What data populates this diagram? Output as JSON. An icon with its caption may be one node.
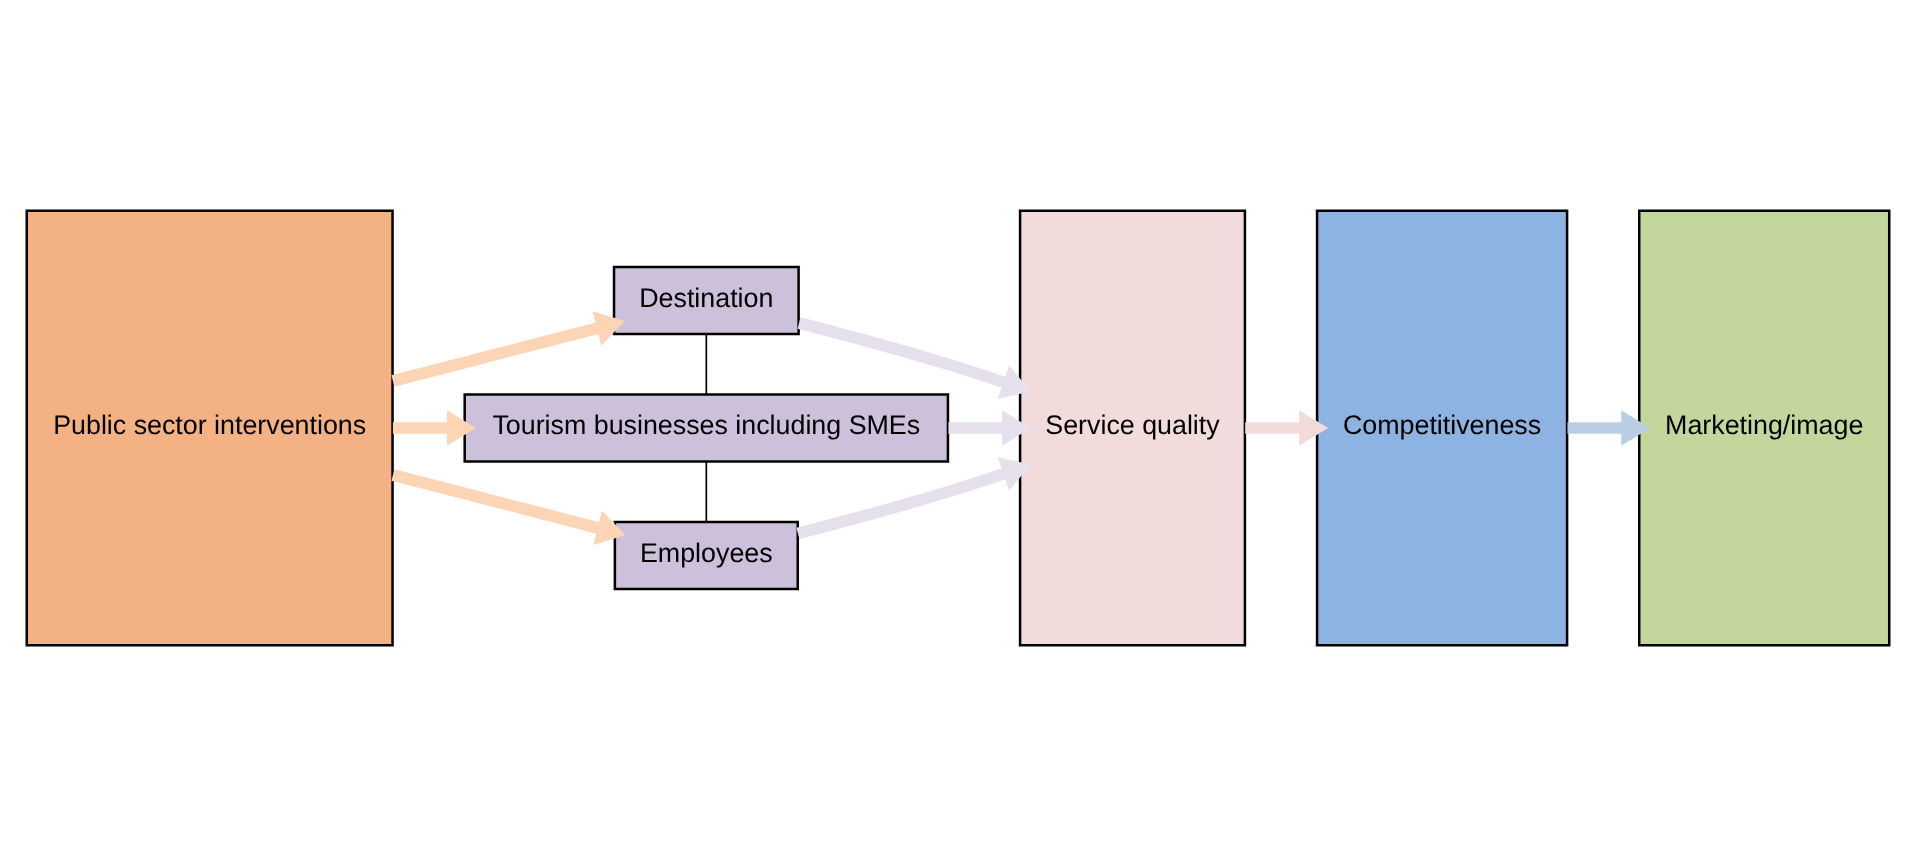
{
  "diagram": {
    "nodes": [
      {
        "text": [
          "Public sector interventions"
        ]
      },
      {
        "text": [
          "Destination"
        ]
      },
      {
        "text": [
          "Tourism businesses including SMEs"
        ]
      },
      {
        "text": [
          "Employees"
        ]
      },
      {
        "text": [
          "Service quality"
        ]
      },
      {
        "text": [
          "Competitiveness"
        ]
      },
      {
        "text": [
          "Marketing/image"
        ]
      }
    ],
    "edges": [
      {
        "from": 0,
        "to": 1,
        "arrow": "to",
        "color": "#fbd5b5"
      },
      {
        "from": 0,
        "to": 2,
        "arrow": "to",
        "color": "#fbd5b5"
      },
      {
        "from": 0,
        "to": 3,
        "arrow": "to",
        "color": "#fbd5b5"
      },
      {
        "from": 1,
        "to": 2,
        "arrow": "none",
        "color": "#000000"
      },
      {
        "from": 2,
        "to": 3,
        "arrow": "none",
        "color": "#000000"
      },
      {
        "from": 1,
        "to": 4,
        "arrow": "to",
        "color": "#e5e0ec"
      },
      {
        "from": 2,
        "to": 4,
        "arrow": "to",
        "color": "#e5e0ec"
      },
      {
        "from": 3,
        "to": 4,
        "arrow": "to",
        "color": "#e5e0ec"
      },
      {
        "from": 4,
        "to": 5,
        "arrow": "to",
        "color": "#f2dcdb"
      },
      {
        "from": 5,
        "to": 6,
        "arrow": "to",
        "color": "#b9cde5"
      }
    ]
  }
}
